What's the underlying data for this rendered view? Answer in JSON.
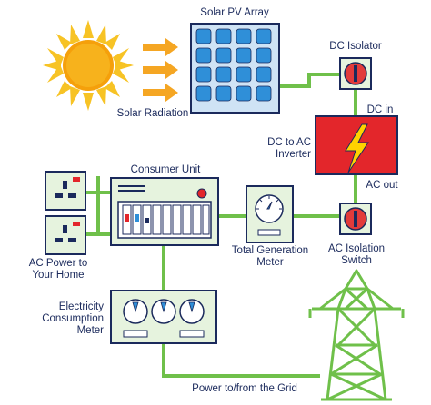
{
  "labels": {
    "solar_pv_array": "Solar PV Array",
    "dc_isolator": "DC Isolator",
    "dc_in": "DC in",
    "inverter_line1": "DC to AC",
    "inverter_line2": "Inverter",
    "ac_out": "AC out",
    "ac_isolation_line1": "AC Isolation",
    "ac_isolation_line2": "Switch",
    "solar_radiation": "Solar Radiation",
    "consumer_unit": "Consumer Unit",
    "total_gen_line1": "Total Generation",
    "total_gen_line2": "Meter",
    "ac_power_line1": "AC Power to",
    "ac_power_line2": "Your Home",
    "elec_line1": "Electricity",
    "elec_line2": "Consumption",
    "elec_line3": "Meter",
    "grid": "Power to/from the Grid"
  },
  "colors": {
    "wire": "#6fc04a",
    "outline": "#1b2a5c",
    "panel_fill": "#cfe3f5",
    "cell_fill": "#2f8fd8",
    "inverter_red": "#e3262b",
    "bolt_yellow": "#ffd200",
    "sun_core": "#f5a00b",
    "sun_rays": "#f7c325",
    "arrow_orange": "#f5a623",
    "device_fill": "#e6f3de",
    "isolator_red": "#e23b3b"
  },
  "icons": [
    "sun-icon",
    "solar-panel-icon",
    "lightning-bolt-icon",
    "pylon-icon",
    "meter-dial-icon",
    "socket-icon"
  ]
}
